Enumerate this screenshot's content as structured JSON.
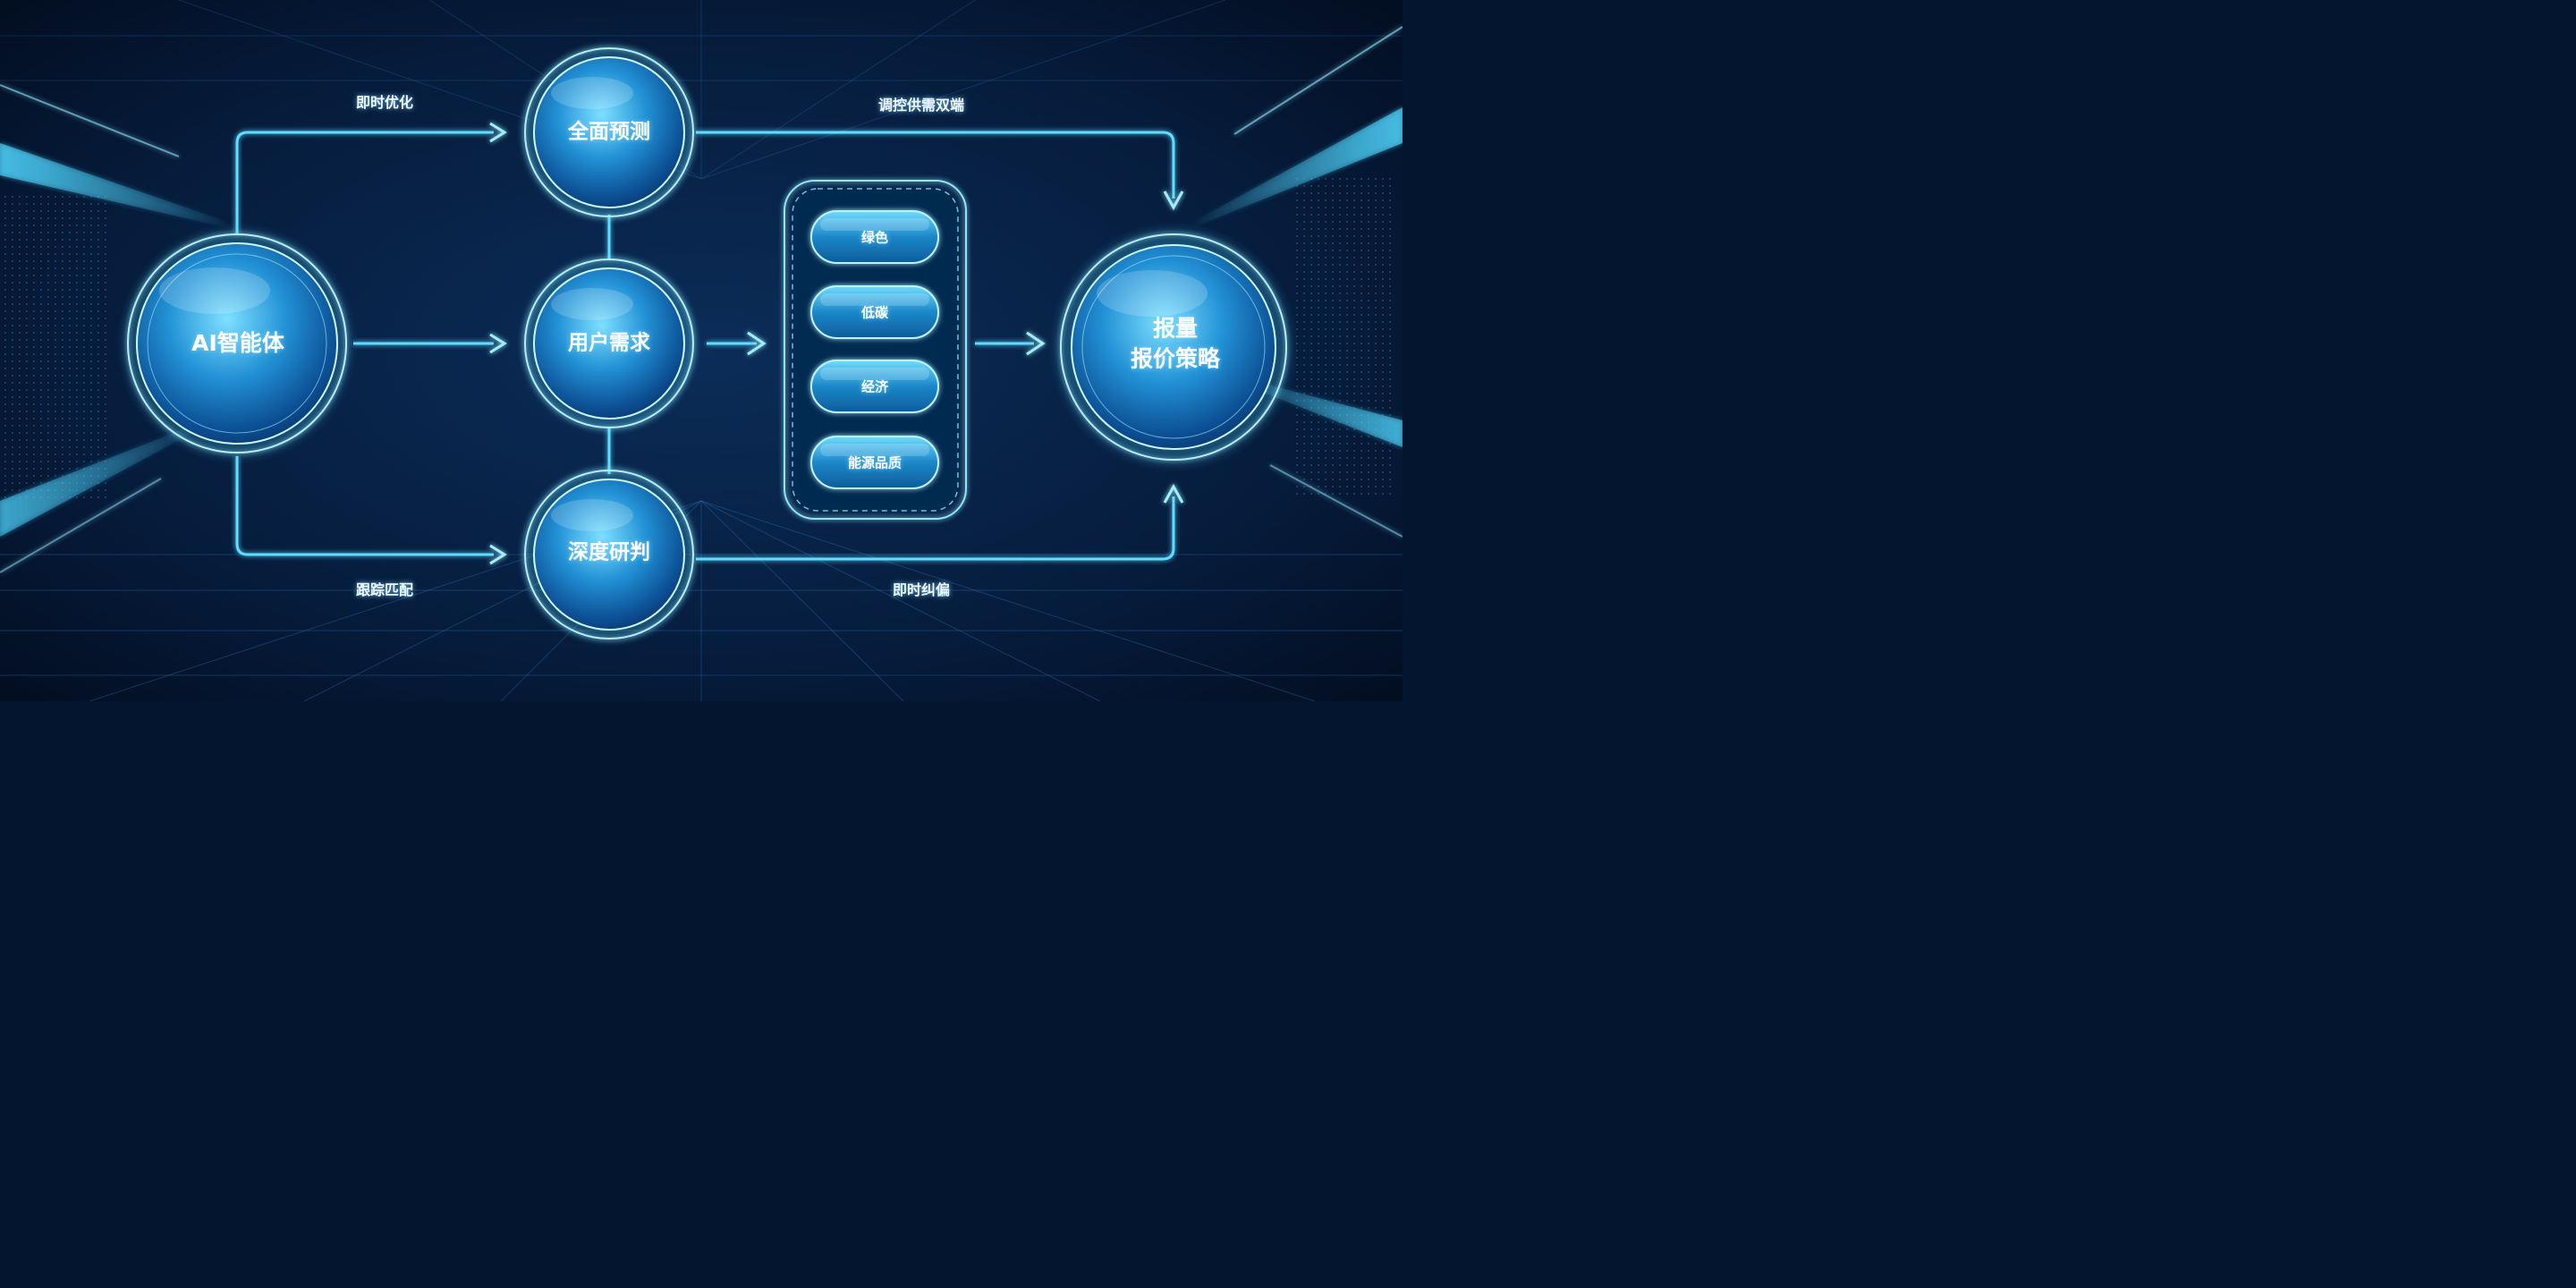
{
  "nodes": {
    "ai_agent": "AI智能体",
    "full_forecast": "全面预测",
    "user_demand": "用户需求",
    "deep_analysis": "深度研判",
    "strategy_line1": "报量",
    "strategy_line2": "报价策略"
  },
  "edges": {
    "realtime_optimize": "即时优化",
    "track_match": "跟踪匹配",
    "regulate_supply_demand": "调控供需双端",
    "realtime_correct": "即时纠偏"
  },
  "criteria": [
    "绿色",
    "低碳",
    "经济",
    "能源品质"
  ],
  "colors": {
    "background": "#04152f",
    "glow": "#3fd2ff",
    "sphere_core": "#1b7fc4",
    "sphere_rim": "#aef0ff"
  }
}
